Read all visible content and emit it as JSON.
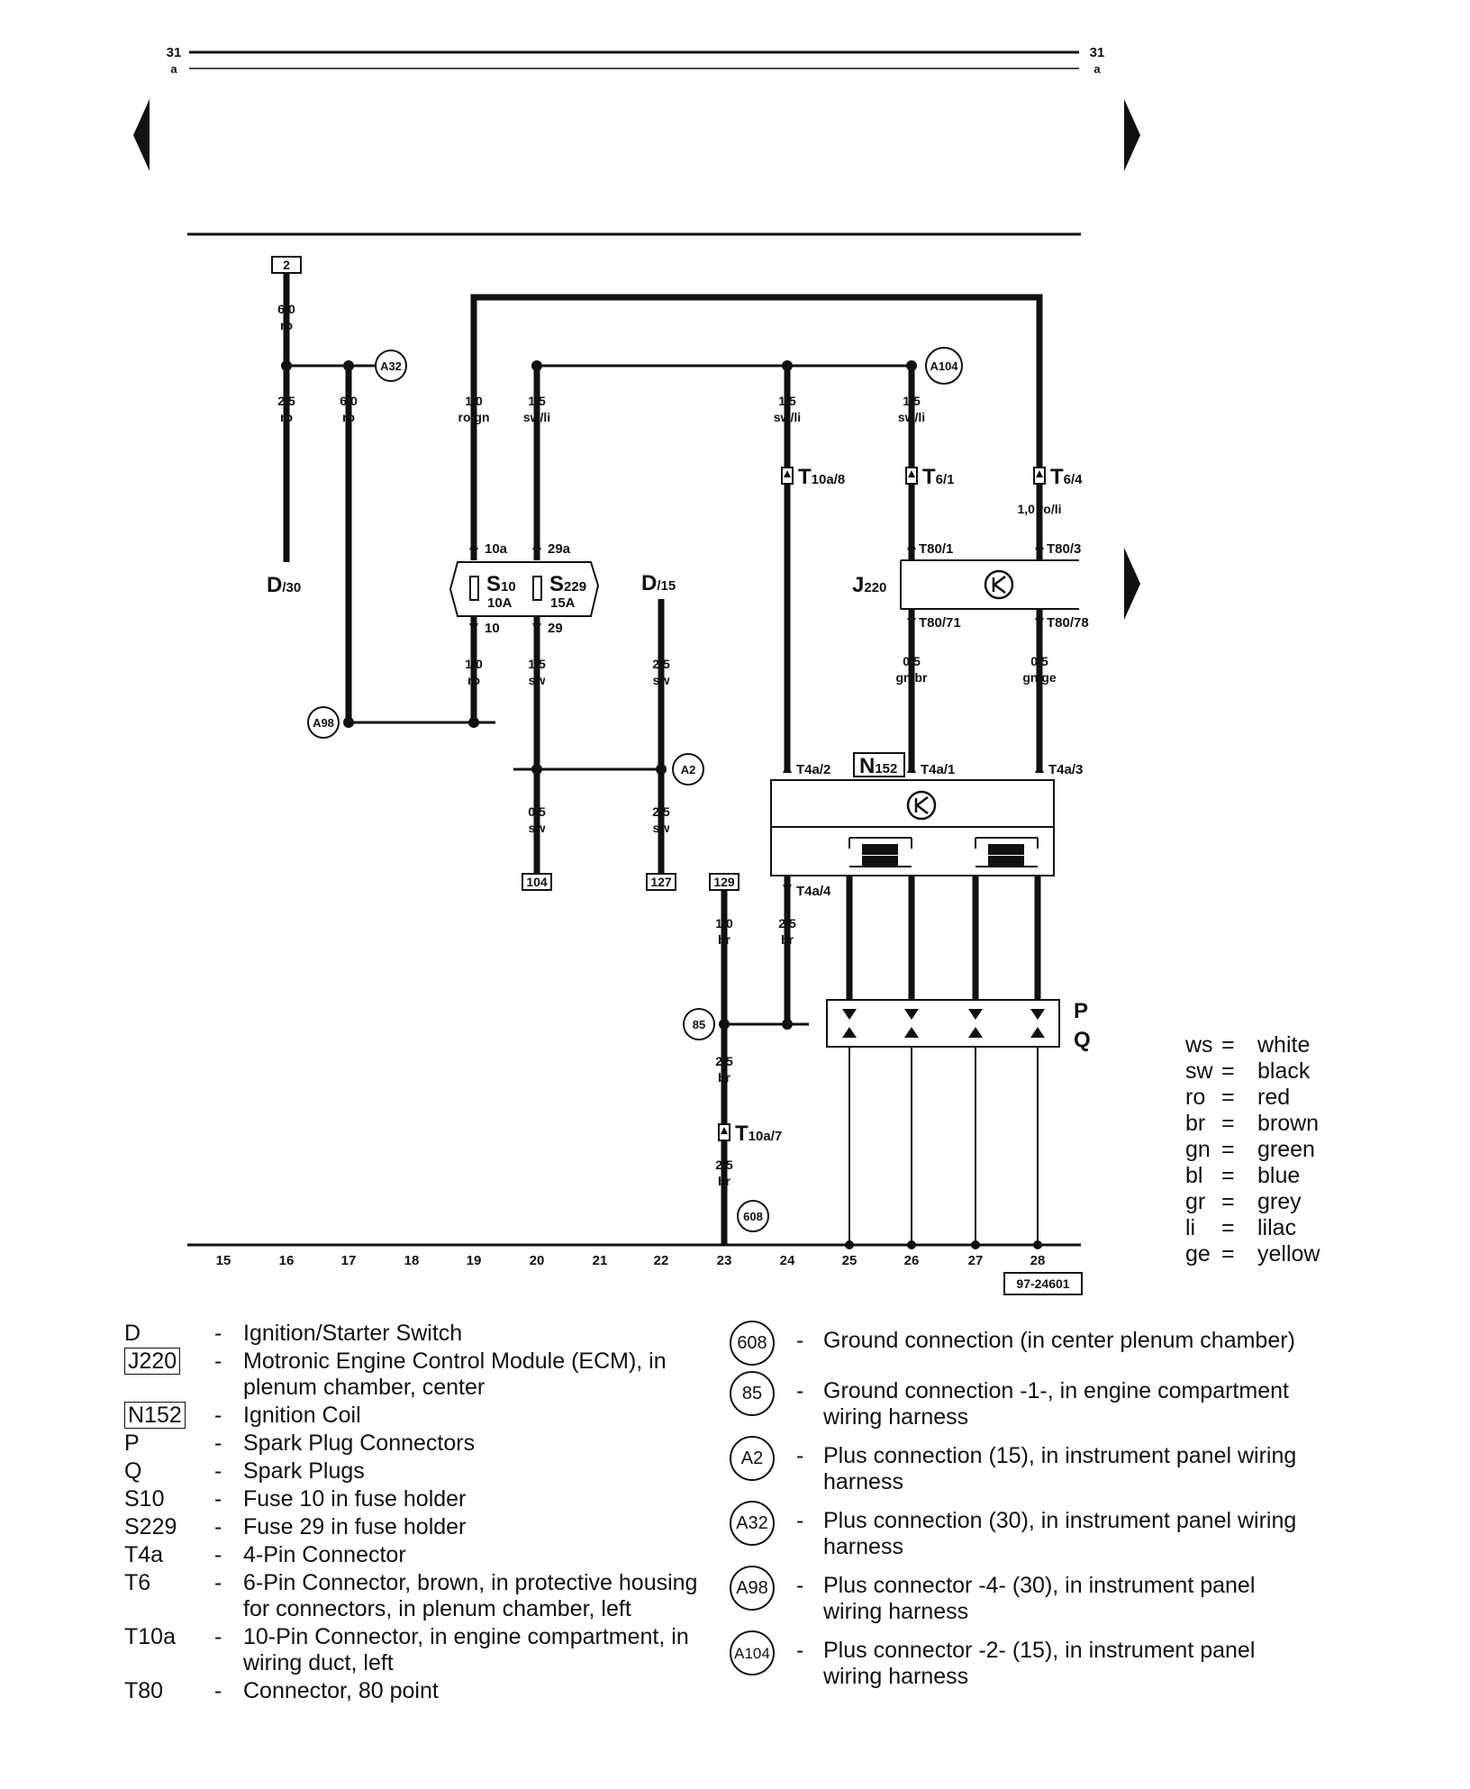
{
  "header": {
    "page_left": "31",
    "page_left_sub": "a",
    "page_right": "31",
    "page_right_sub": "a"
  },
  "diagram_id": "97-24601",
  "wires": {
    "w16_top": {
      "size": "6,0",
      "color": "ro"
    },
    "w16_bot": {
      "size": "2,5",
      "color": "ro"
    },
    "w17": {
      "size": "6,0",
      "color": "ro"
    },
    "w19_top": {
      "size": "1,0",
      "color": "ro/gn"
    },
    "w20_top": {
      "size": "1,5",
      "color": "sw/li"
    },
    "w24_top": {
      "size": "1,5",
      "color": "sw/li"
    },
    "w26_top": {
      "size": "1,5",
      "color": "sw/li"
    },
    "w28_top": {
      "size": "1,0 ro/li"
    },
    "w19_bot": {
      "size": "1,0",
      "color": "ro"
    },
    "w20_mid": {
      "size": "1,5",
      "color": "sw"
    },
    "w22_mid": {
      "size": "2,5",
      "color": "sw"
    },
    "w20_bot": {
      "size": "0,5",
      "color": "sw"
    },
    "w22_bot": {
      "size": "2,5",
      "color": "sw"
    },
    "w26_mid": {
      "size": "0,5",
      "color": "gn/br"
    },
    "w28_mid": {
      "size": "0,5",
      "color": "gn/ge"
    },
    "w23_top": {
      "size": "1,0",
      "color": "br"
    },
    "w24_bot": {
      "size": "2,5",
      "color": "br"
    },
    "w23_mid": {
      "size": "2,5",
      "color": "br"
    },
    "w23_bot": {
      "size": "2,5",
      "color": "br"
    }
  },
  "refs": {
    "r2": "2",
    "r104": "104",
    "r127": "127",
    "r129": "129"
  },
  "grounds": {
    "a32": "A32",
    "a104": "A104",
    "a98": "A98",
    "a2": "A2",
    "g85": "85",
    "g608": "608"
  },
  "components": {
    "d30": {
      "main": "D",
      "sub": "/30"
    },
    "d15": {
      "main": "D",
      "sub": "/15"
    },
    "s10": {
      "main": "S",
      "sub": "10",
      "rating": "10A"
    },
    "s229": {
      "main": "S",
      "sub": "229",
      "rating": "15A"
    },
    "j220": {
      "main": "J",
      "sub": "220"
    },
    "n152": {
      "main": "N",
      "sub": "152"
    },
    "p": "P",
    "q": "Q"
  },
  "pins": {
    "p10a": "10a",
    "p29a": "29a",
    "p10": "10",
    "p29": "29",
    "t10a8": {
      "main": "T",
      "sub": "10a/8"
    },
    "t61": {
      "main": "T",
      "sub": "6/1"
    },
    "t64": {
      "main": "T",
      "sub": "6/4"
    },
    "t10a7": {
      "main": "T",
      "sub": "10a/7"
    },
    "t80_1": "T80/1",
    "t80_3": "T80/3",
    "t80_71": "T80/71",
    "t80_78": "T80/78",
    "t4a_2": "T4a/2",
    "t4a_1": "T4a/1",
    "t4a_3": "T4a/3",
    "t4a_4": "T4a/4"
  },
  "tracks": [
    "15",
    "16",
    "17",
    "18",
    "19",
    "20",
    "21",
    "22",
    "23",
    "24",
    "25",
    "26",
    "27",
    "28"
  ],
  "color_codes": [
    {
      "code": "ws",
      "eq": "=",
      "name": "white"
    },
    {
      "code": "sw",
      "eq": "=",
      "name": "black"
    },
    {
      "code": "ro",
      "eq": "=",
      "name": "red"
    },
    {
      "code": "br",
      "eq": "=",
      "name": "brown"
    },
    {
      "code": "gn",
      "eq": "=",
      "name": "green"
    },
    {
      "code": "bl",
      "eq": "=",
      "name": "blue"
    },
    {
      "code": "gr",
      "eq": "=",
      "name": "grey"
    },
    {
      "code": "li",
      "eq": "=",
      "name": "lilac"
    },
    {
      "code": "ge",
      "eq": "=",
      "name": "yellow"
    }
  ],
  "legend_left": [
    {
      "code": "D",
      "text": "Ignition/Starter Switch"
    },
    {
      "code": "J220",
      "text": "Motronic Engine Control Module (ECM), in plenum chamber, center"
    },
    {
      "code": "N152",
      "text": "Ignition Coil"
    },
    {
      "code": "P",
      "text": "Spark Plug Connectors"
    },
    {
      "code": "Q",
      "text": "Spark Plugs"
    },
    {
      "code": "S10",
      "text": "Fuse 10 in fuse holder"
    },
    {
      "code": "S229",
      "text": "Fuse 29 in fuse holder"
    },
    {
      "code": "T4a",
      "text": "4-Pin Connector"
    },
    {
      "code": "T6",
      "text": "6-Pin Connector, brown, in protective housing for connectors, in plenum chamber, left"
    },
    {
      "code": "T10a",
      "text": "10-Pin Connector, in engine compartment, in wiring duct, left"
    },
    {
      "code": "T80",
      "text": "Connector, 80 point"
    }
  ],
  "legend_dash": "-",
  "legend_right": [
    {
      "code": "608",
      "text": "Ground connection (in center plenum chamber)"
    },
    {
      "code": "85",
      "text": "Ground connection -1-, in engine compartment wiring harness"
    },
    {
      "code": "A2",
      "text": "Plus connection (15), in instrument panel wiring harness"
    },
    {
      "code": "A32",
      "text": "Plus connection (30), in instrument panel wiring harness"
    },
    {
      "code": "A98",
      "text": "Plus connector -4- (30), in instrument panel wiring harness"
    },
    {
      "code": "A104",
      "text": "Plus connector -2- (15), in instrument panel wiring harness"
    }
  ]
}
